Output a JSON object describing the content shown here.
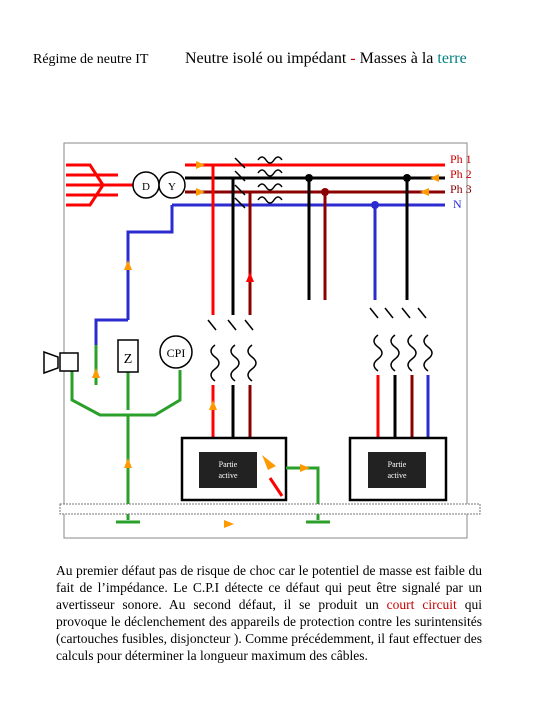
{
  "heading": {
    "left": "Régime de neutre IT",
    "right_part1": "Neutre isolé ou impédant",
    "right_sep": "-",
    "right_part2": "Masses à la",
    "right_part3": "terre"
  },
  "diagram": {
    "phase_labels": [
      "Ph 1",
      "Ph 2",
      "Ph 3",
      "N"
    ],
    "transformer_primary": "D",
    "transformer_secondary": "Y",
    "impedance_label": "Z",
    "cpi_label": "CPI",
    "load_left_label_line1": "Partie",
    "load_left_label_line2": "active",
    "load_right_label_line1": "Partie",
    "load_right_label_line2": "active",
    "colors": {
      "ph1": "#ff0000",
      "ph2": "#000000",
      "ph3": "#8b0000",
      "neutral": "#2b2bd0",
      "pe": "#2aa02a",
      "earth_bar": "#e6d800",
      "arrow": "#ff9900"
    }
  },
  "paragraph": {
    "part1": "Au premier défaut pas de risque de choc car le potentiel de masse est faible du fait de l’impédance. Le C.P.I détecte ce défaut qui peut être signalé par un avertisseur sonore. Au second défaut, il se produit un ",
    "highlight": "court circuit",
    "part2": " qui provoque le déclenchement des appareils de protection contre les surintensités (cartouches fusibles, disjoncteur ). Comme précédemment, il faut effectuer des calculs pour déterminer la longueur maximum des câbles."
  }
}
